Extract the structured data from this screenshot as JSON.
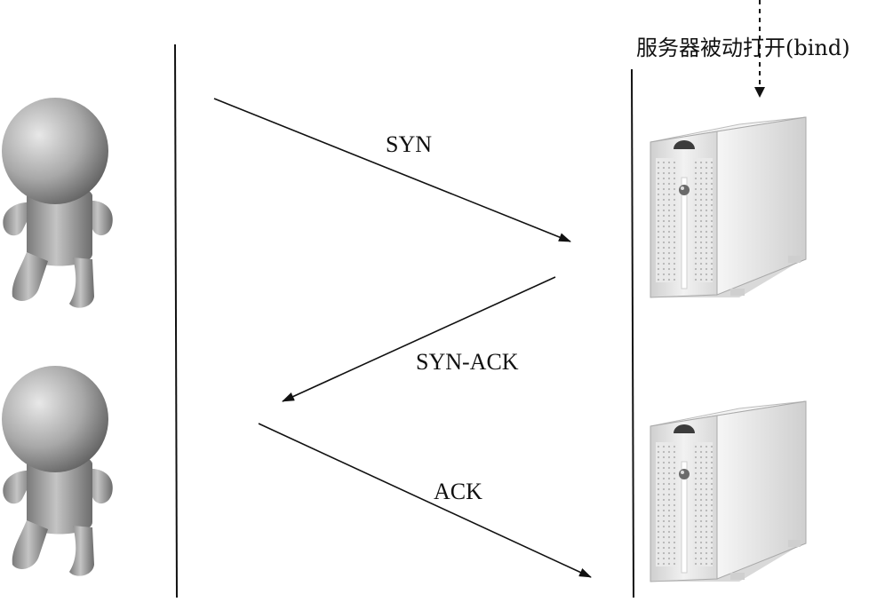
{
  "server_caption": "服务器被动打开(bind)",
  "messages": [
    {
      "label": "SYN",
      "direction": "client-to-server"
    },
    {
      "label": "SYN-ACK",
      "direction": "server-to-client"
    },
    {
      "label": "ACK",
      "direction": "client-to-server"
    }
  ],
  "icons": {
    "client": "person-icon",
    "server": "server-tower-icon"
  },
  "colors": {
    "line": "#111111",
    "figure": "#9a9a9a",
    "server_body": "#e6e6e6"
  }
}
